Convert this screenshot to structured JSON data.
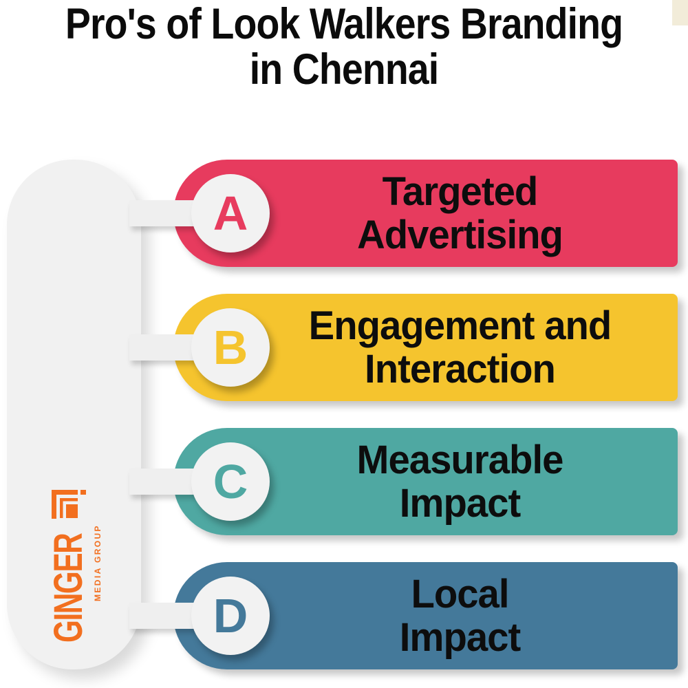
{
  "title": {
    "line1": "Pro's of Look Walkers Branding",
    "line2": "in Chennai"
  },
  "brand": {
    "name": "GINGER",
    "tagline": "MEDIA GROUP",
    "color": "#f26f1f"
  },
  "items": [
    {
      "letter": "A",
      "line1": "Targeted",
      "line2": "Advertising",
      "color": "#e73b5e"
    },
    {
      "letter": "B",
      "line1": "Engagement and",
      "line2": "Interaction",
      "color": "#f5c42e"
    },
    {
      "letter": "C",
      "line1": "Measurable",
      "line2": "Impact",
      "color": "#4fa8a2"
    },
    {
      "letter": "D",
      "line1": "Local",
      "line2": "Impact",
      "color": "#44799a"
    }
  ],
  "colors": {
    "panel": "#f1f1f1",
    "connector": "#efefef",
    "corner_accent": "#f2ecd9",
    "text": "#0d0d0d",
    "background": "#ffffff"
  }
}
